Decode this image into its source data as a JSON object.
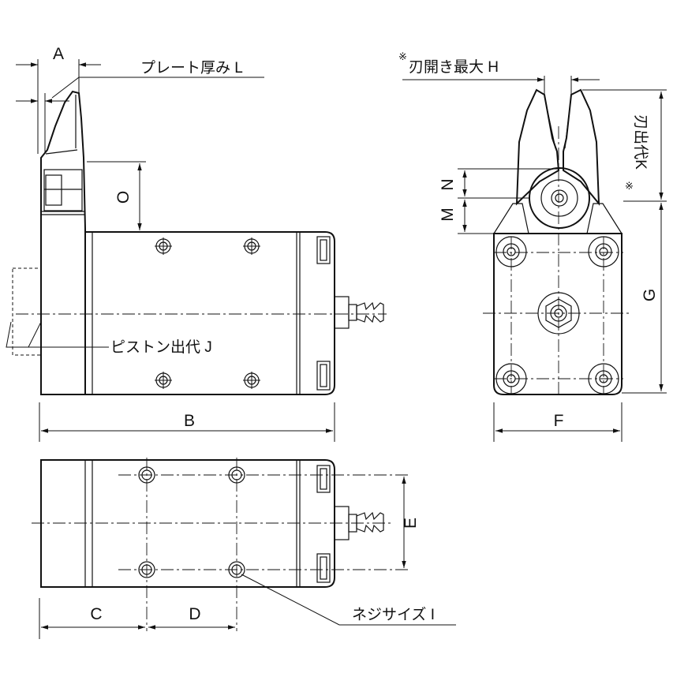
{
  "labels": {
    "a": "A",
    "b": "B",
    "c": "C",
    "d": "D",
    "e": "E",
    "f": "F",
    "g": "G",
    "m": "M",
    "n": "N",
    "o": "O",
    "plate_thickness": "プレート厚み L",
    "piston_travel": "ピストン出代 J",
    "screw_size": "ネジサイズ I",
    "max_opening": "刃開き最大 H",
    "blade_protrusion": "刃出代K",
    "note_mark": "※"
  }
}
